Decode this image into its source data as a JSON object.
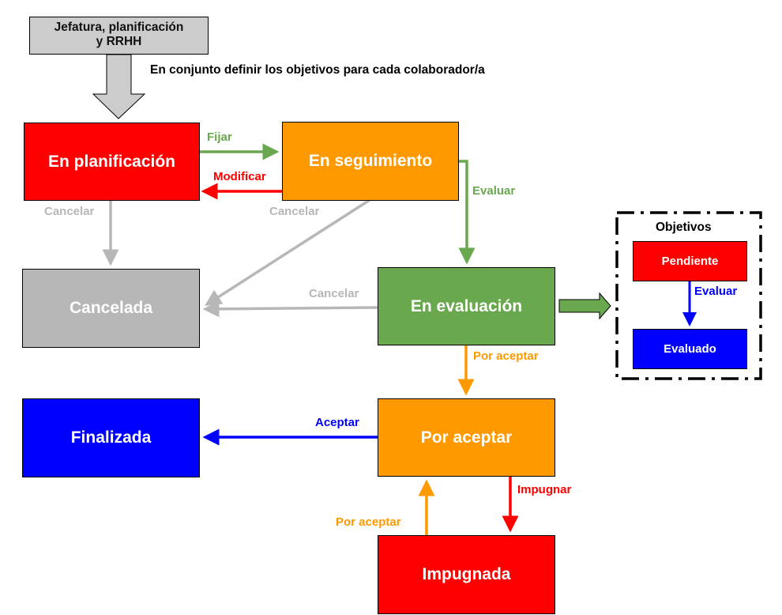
{
  "header": {
    "source_line1": "Jefatura, planificación",
    "source_line2": "y RRHH",
    "note": "En conjunto definir los objetivos para cada colaborador/a"
  },
  "states": {
    "planificacion": {
      "label": "En planificación",
      "color": "#ff0000"
    },
    "seguimiento": {
      "label": "En seguimiento",
      "color": "#ff9900"
    },
    "cancelada": {
      "label": "Cancelada",
      "color": "#b7b7b7"
    },
    "evaluacion": {
      "label": "En evaluación",
      "color": "#6aa84f"
    },
    "finalizada": {
      "label": "Finalizada",
      "color": "#0000ff"
    },
    "por_aceptar": {
      "label": "Por aceptar",
      "color": "#ff9900"
    },
    "impugnada": {
      "label": "Impugnada",
      "color": "#ff0000"
    }
  },
  "transitions": {
    "fijar": "Fijar",
    "modificar": "Modificar",
    "cancelar_1": "Cancelar",
    "cancelar_2": "Cancelar",
    "cancelar_3": "Cancelar",
    "evaluar": "Evaluar",
    "por_aceptar_1": "Por aceptar",
    "aceptar": "Aceptar",
    "impugnar": "Impugnar",
    "por_aceptar_2": "Por aceptar"
  },
  "objetivos": {
    "title": "Objetivos",
    "pendiente": "Pendiente",
    "evaluar": "Evaluar",
    "evaluado": "Evaluado"
  },
  "colors": {
    "green": "#6aa84f",
    "red": "#ff0000",
    "gray": "#b7b7b7",
    "orange": "#ff9900",
    "blue": "#0000ff"
  }
}
